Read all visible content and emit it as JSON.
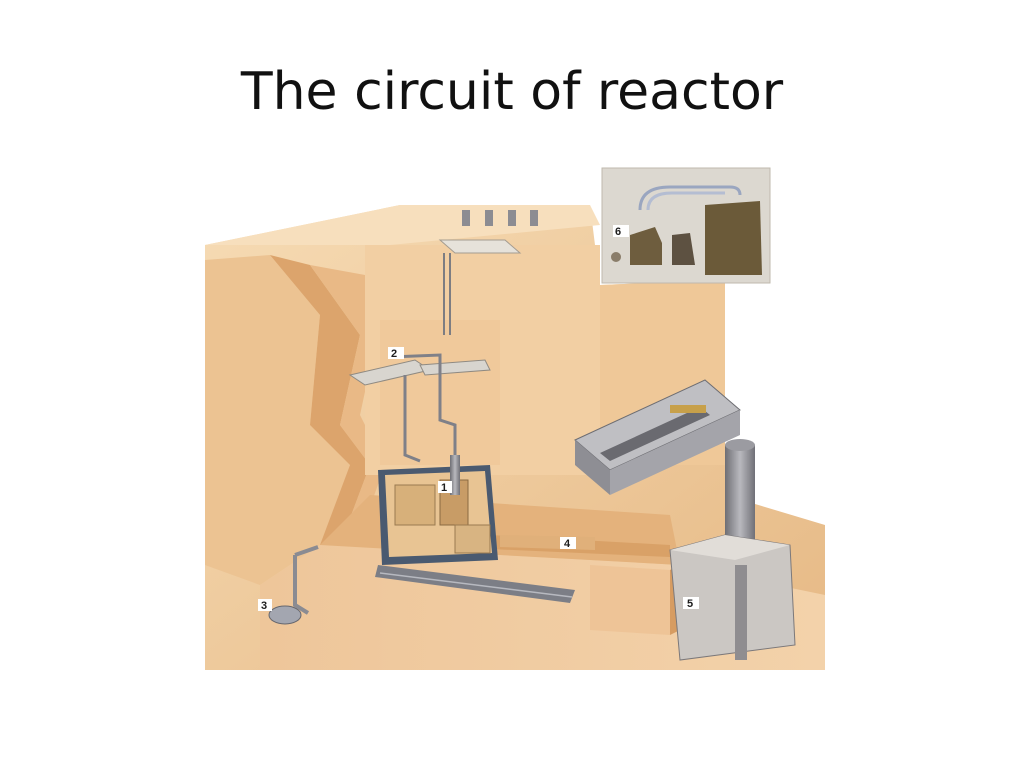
{
  "slide": {
    "title": "The circuit of reactor"
  },
  "diagram": {
    "labels": [
      "1",
      "2",
      "3",
      "4",
      "5",
      "6"
    ]
  },
  "colors": {
    "concrete_light": "#f3d3a8",
    "concrete_mid": "#e8bd88",
    "concrete_dark": "#d49a60",
    "metal_gray": "#8a8a90",
    "inset_bg": "#dcd8d0"
  }
}
